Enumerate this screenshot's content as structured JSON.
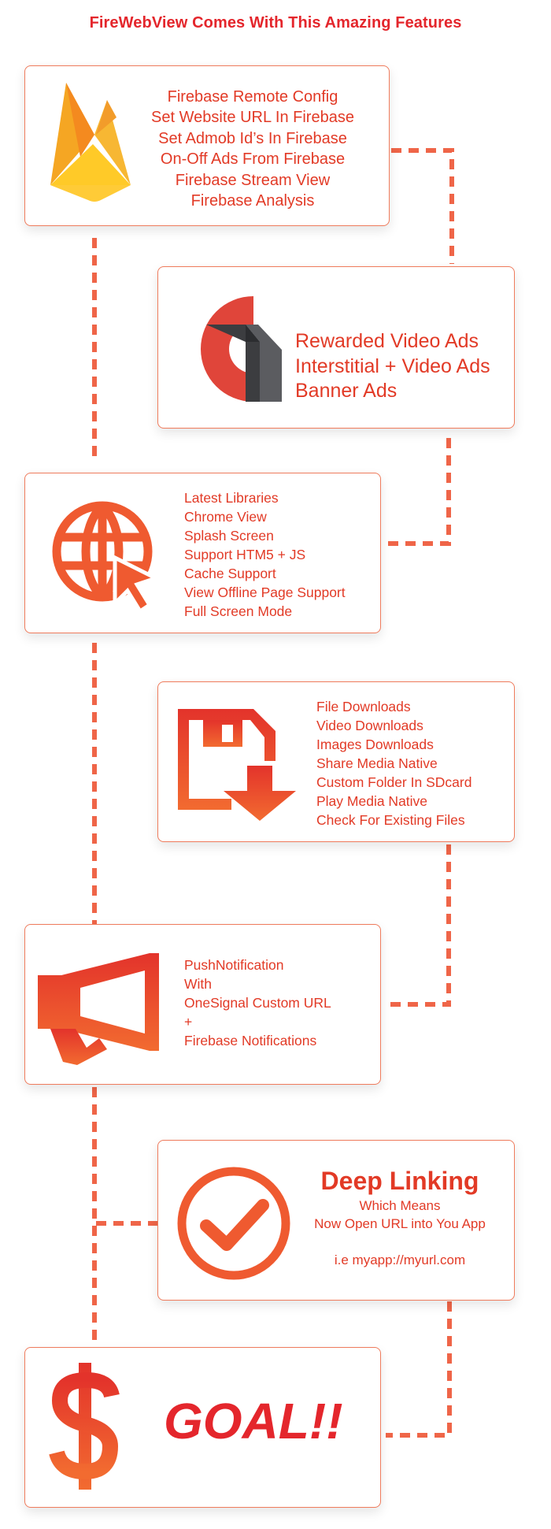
{
  "title": "FireWebView Comes With This Amazing Features",
  "colors": {
    "accent": "#e4262c",
    "line": "#ef6548",
    "text": "#e23a26",
    "card_border": "#ef7b5c"
  },
  "cards": [
    {
      "icon": "firebase-icon",
      "lines": [
        "Firebase Remote Config",
        "Set Website URL In Firebase",
        "Set Admob Id’s In Firebase",
        "On-Off Ads From Firebase",
        "Firebase Stream View",
        "Firebase Analysis"
      ]
    },
    {
      "icon": "admob-icon",
      "lines": [
        "Rewarded Video Ads",
        "Interstitial + Video Ads",
        "Banner Ads"
      ]
    },
    {
      "icon": "globe-cursor-icon",
      "lines": [
        "Latest Libraries",
        "Chrome View",
        "Splash Screen",
        "Support HTM5 + JS",
        "Cache Support",
        "View Offline Page Support",
        "Full Screen Mode"
      ]
    },
    {
      "icon": "save-download-icon",
      "lines": [
        "File Downloads",
        "Video Downloads",
        "Images Downloads",
        "Share Media Native",
        "Custom Folder In SDcard",
        "Play Media Native",
        "Check For Existing Files"
      ]
    },
    {
      "icon": "megaphone-icon",
      "lines": [
        "PushNotification",
        "With",
        "OneSignal Custom URL",
        "+",
        "Firebase Notifications"
      ]
    },
    {
      "icon": "check-circle-icon",
      "heading": "Deep Linking",
      "lines": [
        "Which Means",
        "Now Open URL into You App",
        "",
        "i.e myapp://myurl.com"
      ]
    },
    {
      "icon": "dollar-icon",
      "heading": "GOAL!!"
    }
  ]
}
